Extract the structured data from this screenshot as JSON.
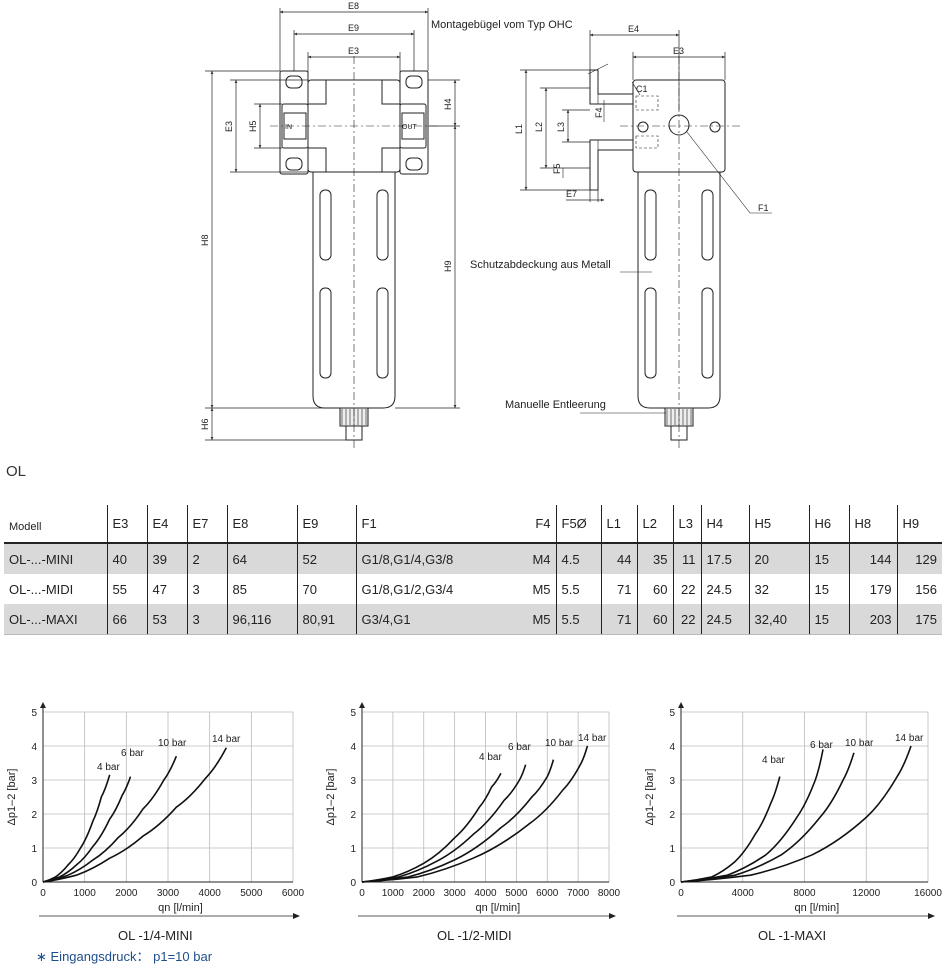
{
  "drawing": {
    "left_dims": {
      "e8": "E8",
      "e9": "E9",
      "e3": "E3",
      "e3v": "E3",
      "h5": "H5",
      "h4": "H4",
      "h8": "H8",
      "h9": "H9",
      "h6": "H6",
      "in_label": "IN",
      "out_label": "OUT"
    },
    "right_dims": {
      "e4": "E4",
      "e3": "E3",
      "c1": "C1",
      "l1": "L1",
      "l2": "L2",
      "l3": "L3",
      "f4": "F4",
      "f5": "F5",
      "e7": "E7",
      "f1": "F1"
    },
    "callouts": {
      "bracket": "Montagebügel vom Typ OHC",
      "cover": "Schutzabdeckung aus Metall",
      "drain": "Manuelle Entleerung"
    }
  },
  "section_title": "OL",
  "table": {
    "headers": [
      "Modell",
      "E3",
      "E4",
      "E7",
      "E8",
      "E9",
      "F1",
      "F4",
      "F5Ø",
      "L1",
      "L2",
      "L3",
      "H4",
      "H5",
      "H6",
      "H8",
      "H9"
    ],
    "rows": [
      [
        "OL-...-MINI",
        "40",
        "39",
        "2",
        "64",
        "52",
        "G1/8,G1/4,G3/8",
        "M4",
        "4.5",
        "44",
        "35",
        "11",
        "17.5",
        "20",
        "15",
        "144",
        "129"
      ],
      [
        "OL-...-MIDI",
        "55",
        "47",
        "3",
        "85",
        "70",
        "G1/8,G1/2,G3/4",
        "M5",
        "5.5",
        "71",
        "60",
        "22",
        "24.5",
        "32",
        "15",
        "179",
        "156"
      ],
      [
        "OL-...-MAXI",
        "66",
        "53",
        "3",
        "96,116",
        "80,91",
        "G3/4,G1",
        "M5",
        "5.5",
        "71",
        "60",
        "22",
        "24.5",
        "32,40",
        "15",
        "203",
        "175"
      ]
    ]
  },
  "chart_data": [
    {
      "type": "line",
      "title": "OL -1/4-MINI",
      "xlabel": "qn [l/min]",
      "ylabel": "Δp1–2 [bar]",
      "xlim": [
        0,
        6000
      ],
      "ylim": [
        0,
        5
      ],
      "xticks": [
        0,
        1000,
        2000,
        3000,
        4000,
        5000,
        6000
      ],
      "yticks": [
        0,
        1,
        2,
        3,
        4,
        5
      ],
      "grid": true,
      "series": [
        {
          "name": "4 bar",
          "x": [
            0,
            300,
            600,
            900,
            1200,
            1400,
            1600
          ],
          "y": [
            0,
            0.15,
            0.5,
            1.0,
            1.8,
            2.5,
            3.15
          ]
        },
        {
          "name": "6 bar",
          "x": [
            0,
            400,
            800,
            1200,
            1600,
            1900,
            2100
          ],
          "y": [
            0,
            0.15,
            0.5,
            1.05,
            1.85,
            2.55,
            3.1
          ]
        },
        {
          "name": "10 bar",
          "x": [
            0,
            600,
            1200,
            1800,
            2400,
            2900,
            3200
          ],
          "y": [
            0,
            0.2,
            0.65,
            1.3,
            2.15,
            3.0,
            3.7
          ]
        },
        {
          "name": "14 bar",
          "x": [
            0,
            800,
            1600,
            2400,
            3200,
            3900,
            4400
          ],
          "y": [
            0,
            0.2,
            0.7,
            1.35,
            2.2,
            3.05,
            3.95
          ]
        }
      ]
    },
    {
      "type": "line",
      "title": "OL -1/2-MIDI",
      "xlabel": "qn [l/min]",
      "ylabel": "Δp1–2 [bar]",
      "xlim": [
        0,
        8000
      ],
      "ylim": [
        0,
        5
      ],
      "xticks": [
        0,
        1000,
        2000,
        3000,
        4000,
        5000,
        6000,
        7000,
        8000
      ],
      "yticks": [
        0,
        1,
        2,
        3,
        4,
        5
      ],
      "grid": true,
      "series": [
        {
          "name": "4 bar",
          "x": [
            0,
            1000,
            2000,
            3000,
            3800,
            4200,
            4500
          ],
          "y": [
            0,
            0.15,
            0.55,
            1.3,
            2.2,
            2.8,
            3.2
          ]
        },
        {
          "name": "6 bar",
          "x": [
            0,
            1200,
            2400,
            3600,
            4600,
            5100,
            5300
          ],
          "y": [
            0,
            0.15,
            0.6,
            1.4,
            2.4,
            3.0,
            3.45
          ]
        },
        {
          "name": "10 bar",
          "x": [
            0,
            1500,
            3000,
            4500,
            5500,
            6000,
            6200
          ],
          "y": [
            0,
            0.15,
            0.65,
            1.6,
            2.5,
            3.1,
            3.6
          ]
        },
        {
          "name": "14 bar",
          "x": [
            0,
            1800,
            3600,
            5400,
            6500,
            7100,
            7300
          ],
          "y": [
            0,
            0.15,
            0.7,
            1.7,
            2.7,
            3.5,
            4.0
          ]
        }
      ]
    },
    {
      "type": "line",
      "title": "OL -1-MAXI",
      "xlabel": "qn [l/min]",
      "ylabel": "Δp1–2 [bar]",
      "xlim": [
        0,
        16000
      ],
      "ylim": [
        0,
        5
      ],
      "xticks": [
        0,
        4000,
        8000,
        12000,
        16000
      ],
      "yticks": [
        0,
        1,
        2,
        3,
        4,
        5
      ],
      "grid": true,
      "series": [
        {
          "name": "4 bar",
          "x": [
            0,
            2000,
            3500,
            4800,
            5800,
            6400
          ],
          "y": [
            0,
            0.15,
            0.6,
            1.4,
            2.3,
            3.1
          ]
        },
        {
          "name": "6 bar",
          "x": [
            0,
            3000,
            5500,
            7500,
            8700,
            9200
          ],
          "y": [
            0,
            0.2,
            0.8,
            1.9,
            3.0,
            3.9
          ]
        },
        {
          "name": "10 bar",
          "x": [
            0,
            3500,
            6500,
            9000,
            10500,
            11200
          ],
          "y": [
            0,
            0.2,
            0.8,
            1.9,
            3.0,
            3.8
          ]
        },
        {
          "name": "14 bar",
          "x": [
            0,
            4500,
            8500,
            12000,
            14000,
            14900
          ],
          "y": [
            0,
            0.2,
            0.8,
            1.9,
            3.1,
            4.0
          ]
        }
      ]
    }
  ],
  "note": "∗ Eingangsdruck： p1=10 bar"
}
